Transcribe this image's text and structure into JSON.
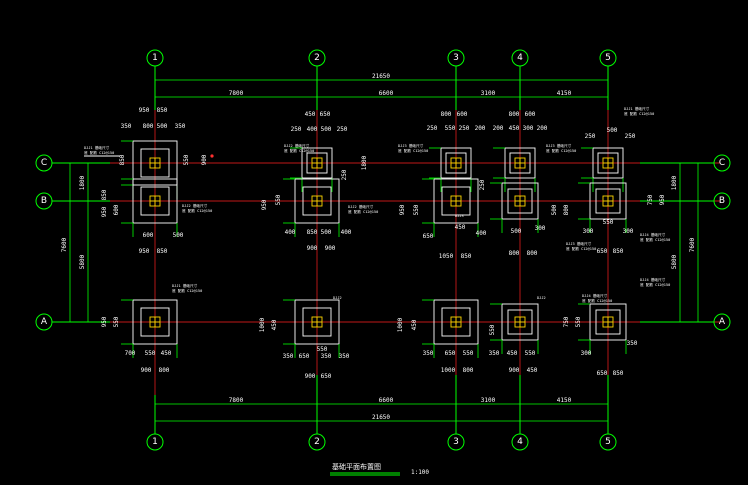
{
  "drawing": {
    "title": "基础平面布置图",
    "scale": "1:100",
    "axes_columns": [
      "1",
      "2",
      "3",
      "4",
      "5"
    ],
    "axes_rows": [
      "C",
      "B",
      "A"
    ],
    "top_dims": {
      "total": "21650",
      "segments": [
        "7800",
        "6600",
        "3100",
        "4150"
      ]
    },
    "bottom_dims": {
      "total": "21650",
      "segments": [
        "7800",
        "6600",
        "3100",
        "4150"
      ]
    },
    "left_dims": {
      "total": "7600",
      "segments": [
        "1800",
        "5800"
      ]
    },
    "right_dims": {
      "total": "7600",
      "segments": [
        "1800",
        "5800"
      ]
    },
    "labels": {
      "j1": "DJJ1",
      "j2": "DJJ2",
      "j3": "DJJ3",
      "j4": "DJJ4",
      "d1": "950",
      "d2": "850",
      "d3": "800",
      "d4": "350",
      "d5": "550",
      "d6": "450",
      "d7": "600",
      "d8": "650",
      "d9": "500",
      "d10": "250",
      "d11": "200",
      "d12": "300",
      "d13": "400",
      "d14": "1050",
      "d15": "900",
      "d16": "1000",
      "d17": "700",
      "d18": "750",
      "d19": "1800"
    },
    "notes": {
      "n1": "DJJ1 基础尺寸",
      "n2": "底 配筋 C12@150",
      "n3": "DJJ2 基础尺寸",
      "n4": "DJJ3 基础尺寸",
      "n5": "DJJ4 基础尺寸"
    }
  }
}
